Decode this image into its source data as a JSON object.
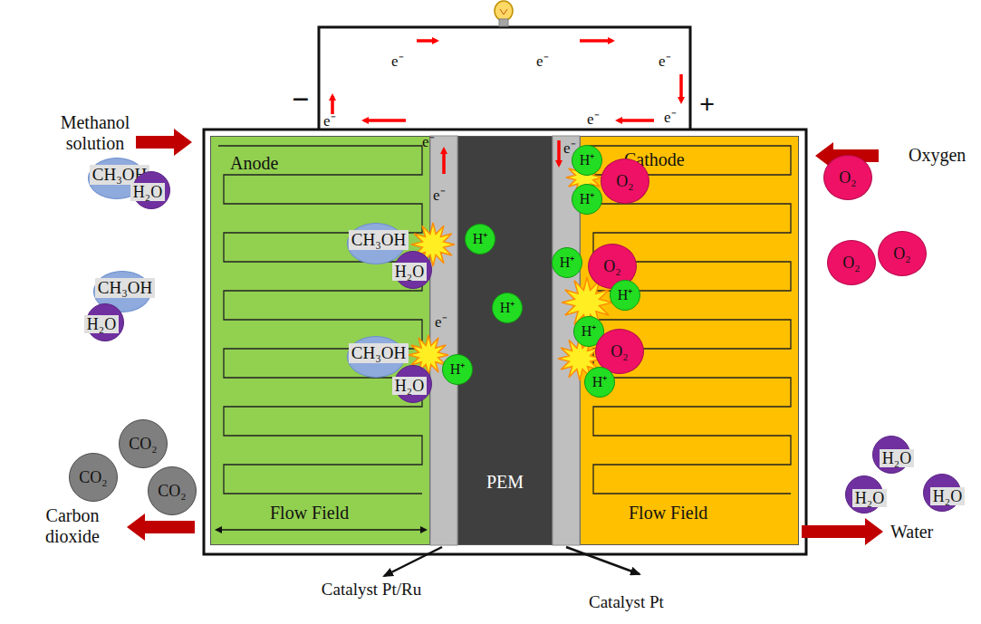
{
  "diagram": {
    "nodes": [
      {
        "text": [
          "Anode",
          "Flow Field"
        ]
      },
      {
        "text": [
          "PEM"
        ]
      },
      {
        "text": [
          "Cathode",
          "Flow Field"
        ]
      },
      {
        "text": [
          "CH₃OH"
        ]
      },
      {
        "text": [
          "H₂O"
        ]
      },
      {
        "text": [
          "CH₃OH"
        ]
      },
      {
        "text": [
          "H₂O"
        ]
      },
      {
        "text": [
          "CH₃OH"
        ]
      },
      {
        "text": [
          "H₂O"
        ]
      },
      {
        "text": [
          "CH₃OH"
        ]
      },
      {
        "text": [
          "H₂O"
        ]
      },
      {
        "text": [
          "CO₂"
        ]
      },
      {
        "text": [
          "CO₂"
        ]
      },
      {
        "text": [
          "CO₂"
        ]
      },
      {
        "text": [
          "H⁺"
        ]
      },
      {
        "text": [
          "H⁺"
        ]
      },
      {
        "text": [
          "H⁺"
        ]
      },
      {
        "text": [
          "H⁺"
        ]
      },
      {
        "text": [
          "O₂"
        ]
      },
      {
        "text": [
          "H⁺"
        ]
      },
      {
        "text": [
          "H⁺"
        ]
      },
      {
        "text": [
          "O₂"
        ]
      },
      {
        "text": [
          "H⁺"
        ]
      },
      {
        "text": [
          "H⁺"
        ]
      },
      {
        "text": [
          "O₂"
        ]
      },
      {
        "text": [
          "H⁺"
        ]
      },
      {
        "text": [
          "O₂"
        ]
      },
      {
        "text": [
          "O₂"
        ]
      },
      {
        "text": [
          "O₂"
        ]
      },
      {
        "text": [
          "H₂O"
        ]
      },
      {
        "text": [
          "H₂O"
        ]
      },
      {
        "text": [
          "H₂O"
        ]
      }
    ],
    "labels": [
      "Methanol solution",
      "Oxygen",
      "Carbon dioxide",
      "Water",
      "−",
      "+",
      "e⁻",
      "e⁻",
      "e⁻",
      "e⁻",
      "e⁻",
      "e⁻",
      "e⁻",
      "e⁻",
      "e⁻",
      "e⁻",
      "Catalyst Pt/Ru",
      "Catalyst Pt"
    ]
  }
}
